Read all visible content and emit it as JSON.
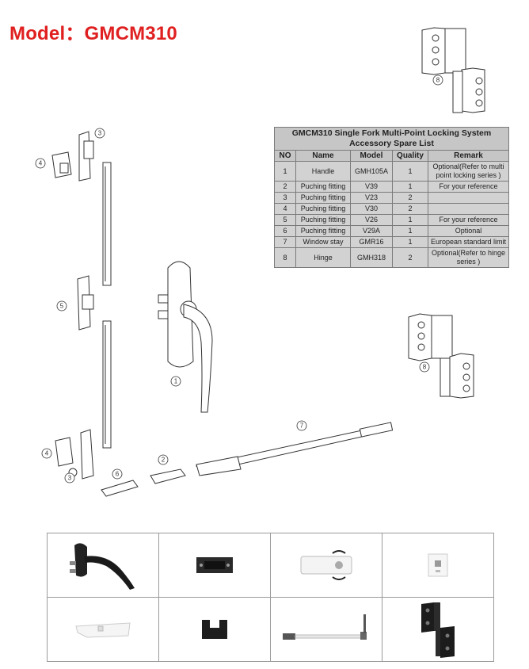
{
  "page": {
    "title": "Model：GMCM310"
  },
  "spare_list": {
    "title": "GMCM310 Single Fork Multi-Point Locking System Accessory Spare List",
    "columns": [
      "NO",
      "Name",
      "Model",
      "Quality",
      "Remark"
    ],
    "rows": [
      {
        "no": "1",
        "name": "Handle",
        "model": "GMH105A",
        "quality": "1",
        "remark": "Optional(Refer to multi point locking series )"
      },
      {
        "no": "2",
        "name": "Puching fitting",
        "model": "V39",
        "quality": "1",
        "remark": "For your reference"
      },
      {
        "no": "3",
        "name": "Puching fitting",
        "model": "V23",
        "quality": "2",
        "remark": ""
      },
      {
        "no": "4",
        "name": "Puching fitting",
        "model": "V30",
        "quality": "2",
        "remark": ""
      },
      {
        "no": "5",
        "name": "Puching fitting",
        "model": "V26",
        "quality": "1",
        "remark": "For your reference"
      },
      {
        "no": "6",
        "name": "Puching fitting",
        "model": "V29A",
        "quality": "1",
        "remark": "Optional"
      },
      {
        "no": "7",
        "name": "Window stay",
        "model": "GMR16",
        "quality": "1",
        "remark": "European standard limit"
      },
      {
        "no": "8",
        "name": "Hinge",
        "model": "GMH318",
        "quality": "2",
        "remark": "Optional(Refer to hinge series )"
      }
    ]
  },
  "callouts": [
    "1",
    "2",
    "3",
    "3",
    "4",
    "4",
    "5",
    "6",
    "7",
    "8",
    "8"
  ],
  "photos": [
    {
      "icon": "handle-photo-icon"
    },
    {
      "icon": "keeper-photo-icon"
    },
    {
      "icon": "lock-block-photo-icon"
    },
    {
      "icon": "square-keeper-photo-icon"
    },
    {
      "icon": "guide-block-photo-icon"
    },
    {
      "icon": "black-keeper-photo-icon"
    },
    {
      "icon": "window-stay-photo-icon"
    },
    {
      "icon": "hinge-photo-icon"
    }
  ],
  "colors": {
    "title": "#e02020",
    "table_bg": "#d2d2d2",
    "line": "#333333"
  }
}
